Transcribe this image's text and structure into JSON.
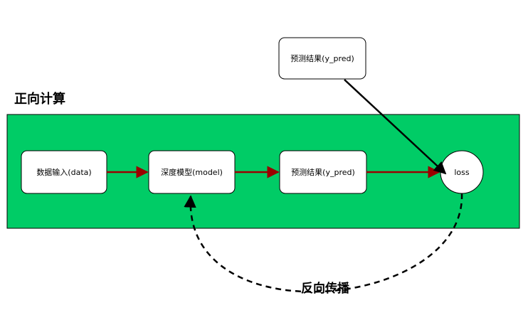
{
  "diagram": {
    "title_forward": "正向计算",
    "title_backward": "反向传播",
    "nodes": {
      "data_input": "数据输入(data)",
      "model": "深度模型(model)",
      "pred_in_panel": "预测结果(y_pred)",
      "pred_top": "预测结果(y_pred)",
      "loss": "loss"
    },
    "colors": {
      "panel_fill": "#00CC66",
      "panel_stroke": "#000000",
      "node_fill": "#FFFFFF",
      "forward_arrow": "#990000",
      "loss_arrow": "#000000",
      "backprop_arrow": "#000000"
    }
  }
}
